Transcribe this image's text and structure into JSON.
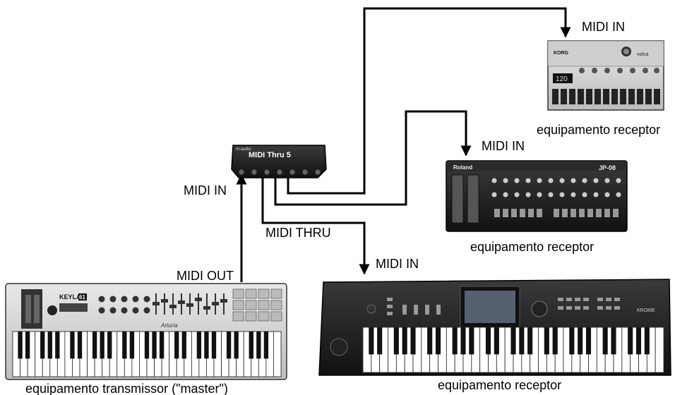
{
  "labels": {
    "midi_in_volca": "MIDI IN",
    "midi_in_jp08": "MIDI IN",
    "midi_in_thru": "MIDI IN",
    "midi_thru": "MIDI THRU",
    "midi_out": "MIDI OUT",
    "midi_in_krome": "MIDI IN"
  },
  "devices": {
    "volca": {
      "brand": "KORG",
      "model": "volca",
      "display": "120",
      "caption": "equipamento receptor"
    },
    "jp08": {
      "brand": "Roland",
      "model": "JP-08",
      "caption": "equipamento receptor"
    },
    "thru": {
      "brand": "m-audio",
      "model": "MIDI Thru 5"
    },
    "keylab": {
      "brand": "KEYLAB",
      "model_number": "61",
      "signature": "Arturia",
      "caption": "equipamento transmissor (\"master\")"
    },
    "krome": {
      "brand": "KROME",
      "caption": "equipamento receptor"
    }
  },
  "colors": {
    "wire": "#000000",
    "device_dark": "#1e1e1e",
    "device_light": "#d6d6d6"
  }
}
